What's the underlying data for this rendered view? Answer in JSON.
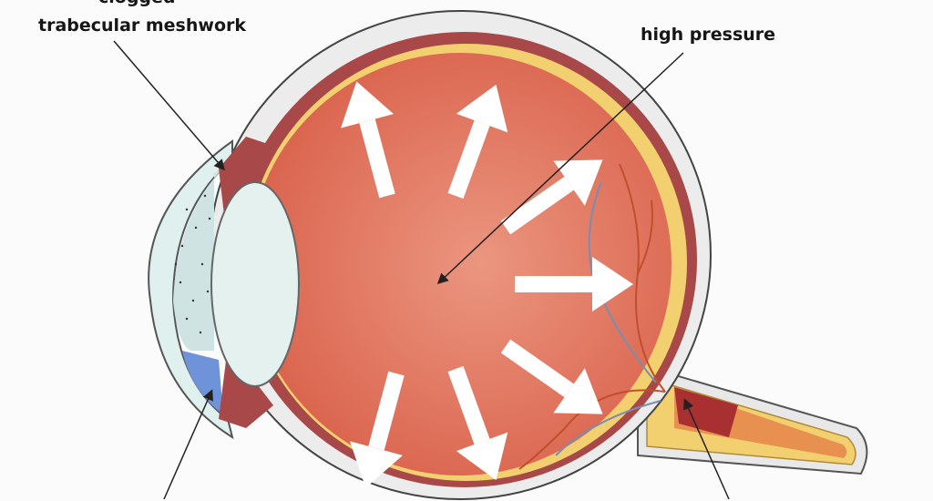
{
  "labels": {
    "clogged": "clogged",
    "trabecular_meshwork": "trabecular meshwork",
    "high_pressure": "high pressure"
  },
  "colors": {
    "vitreous": "#e2745c",
    "choroid": "#a84848",
    "retina_yellow": "#f2d070",
    "sclera": "#ececec",
    "lens": "#e4f1ef",
    "arrows": "#ffffff"
  }
}
